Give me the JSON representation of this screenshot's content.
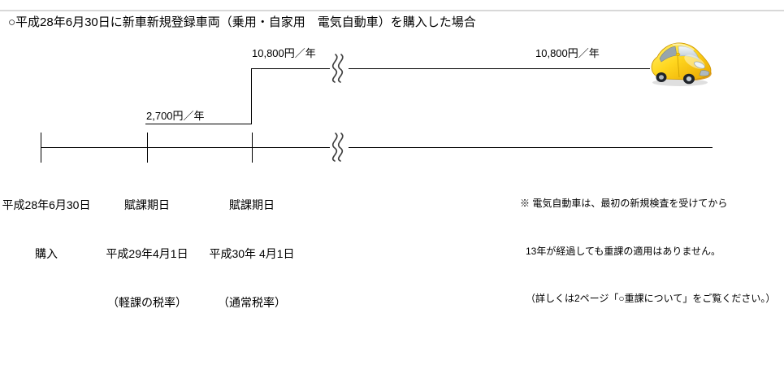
{
  "title": "○平成28年6月30日に新車新規登録車両（乗用・自家用　電気自動車）を購入した場合",
  "diagram": {
    "rates": {
      "reduced": "2,700円／年",
      "normal_left": "10,800円／年",
      "normal_right": "10,800円／年"
    },
    "milestones": [
      {
        "line1": "平成28年6月30日",
        "line2": "購入",
        "line3": ""
      },
      {
        "line1": "賦課期日",
        "line2": "平成29年4月1日",
        "line3": "（軽課の税率）"
      },
      {
        "line1": "賦課期日",
        "line2": "平成30年 4月1日",
        "line3": "（通常税率）"
      }
    ],
    "note_lines": [
      "※ 電気自動車は、最初の新規検査を受けてから",
      "13年が経過しても重課の適用はありません。",
      "（詳しくは2ページ「○重課について」をご覧ください。）"
    ],
    "icons": {
      "car": "yellow-car-icon"
    },
    "colors": {
      "line": "#000000",
      "divider": "#d8d8d8",
      "car_body": "#ffd61e",
      "text": "#000000"
    }
  }
}
